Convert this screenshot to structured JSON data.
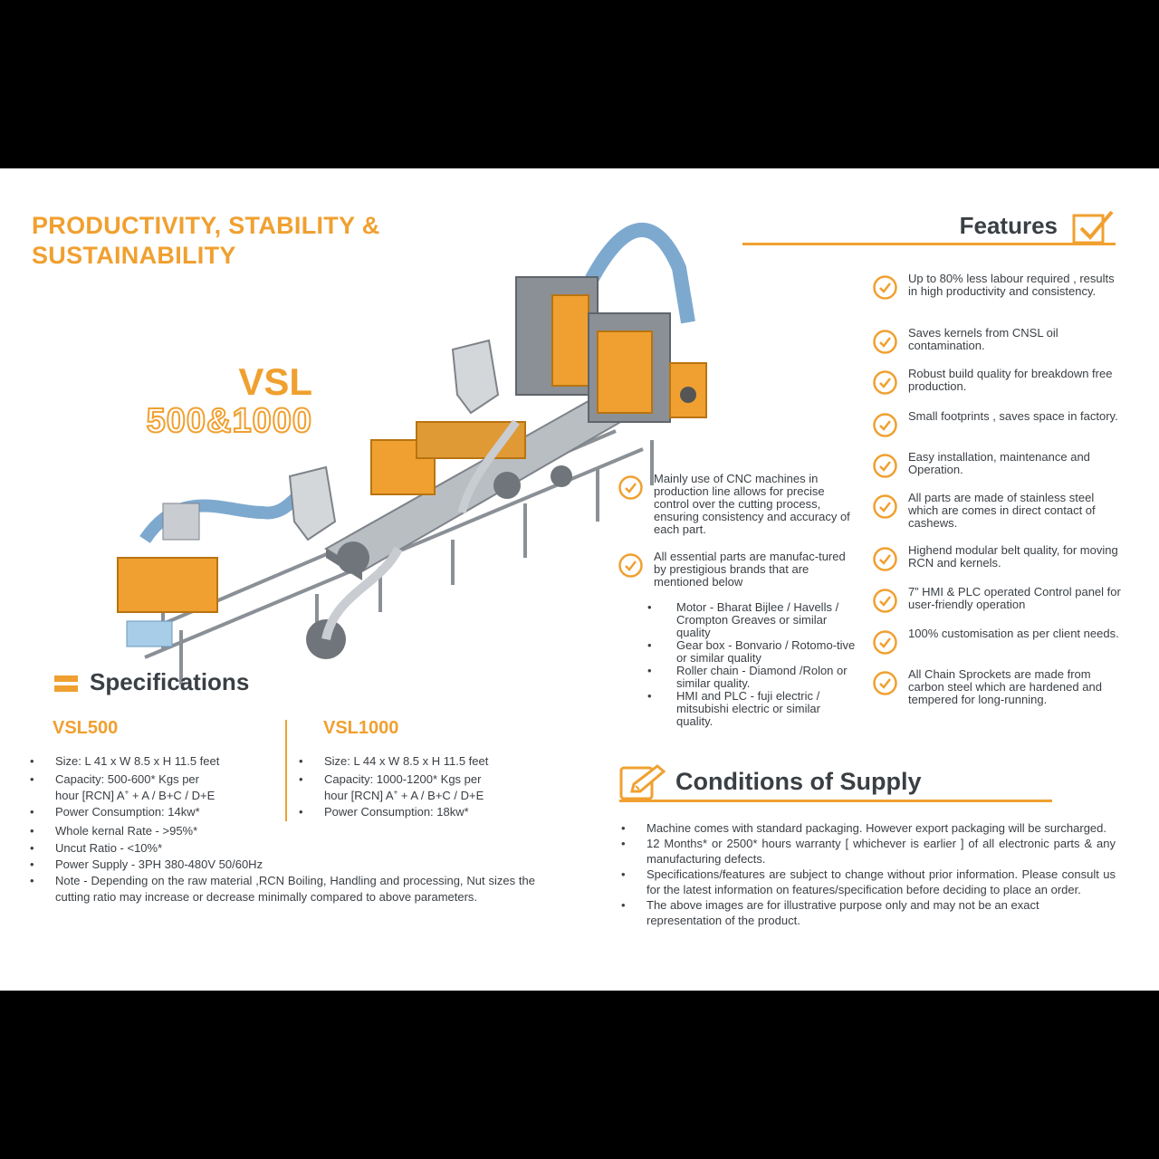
{
  "headline": {
    "line1": "PRODUCTIVITY, STABILITY &",
    "line2": "SUSTAINABILITY"
  },
  "model": {
    "name": "VSL",
    "variants": "500&1000"
  },
  "features": {
    "title": "Features",
    "items": [
      "Up to 80% less labour required , results in high productivity and consistency.",
      "Saves kernels from CNSL oil contamination.",
      "Robust build quality for breakdown free production.",
      "Small footprints , saves space in factory.",
      "Easy installation, maintenance and Operation.",
      "All parts are made of stainless steel which are comes in direct contact of cashews.",
      "Highend modular belt quality, for moving RCN and kernels.",
      "7” HMI & PLC operated Control panel for user-friendly operation",
      "100% customisation as per client needs.",
      "All Chain Sprockets are made from carbon steel which are hardened and tempered for long-running."
    ],
    "mid_items": [
      "Mainly use of CNC machines in production line allows for precise control over the cutting process, ensuring consistency and accuracy of each part.",
      "All essential parts are manufac-tured by prestigious brands that are mentioned below"
    ],
    "brands": [
      "Motor - Bharat Bijlee / Havells / Crompton Greaves or similar quality",
      "Gear box - Bonvario / Rotomo-tive or similar quality",
      "Roller chain - Diamond /Rolon or similar quality.",
      "HMI and PLC - fuji electric / mitsubishi electric or similar quality."
    ]
  },
  "specifications": {
    "title": "Specifications",
    "vsl500": {
      "heading": "VSL500",
      "size": "Size: L 41 x W 8.5 x H 11.5 feet",
      "capacity_a": "Capacity:  500-600* Kgs per",
      "capacity_b_pre": "hour [RCN] A",
      "capacity_b_post": " + A / B+C / D+E",
      "power": "Power Consumption: 14kw*",
      "whole": "Whole kernal Rate - >95%*",
      "uncut": "Uncut Ratio - <10%*",
      "supply": "Power Supply - 3PH 380-480V 50/60Hz",
      "note": "Note - Depending on the raw material ,RCN Boiling,  Handling and processing, Nut sizes the cutting ratio may increase or decrease minimally compared to above parameters."
    },
    "vsl1000": {
      "heading": "VSL1000",
      "size": "Size: L 44 x W 8.5 x H 11.5 feet",
      "capacity_a": "Capacity:  1000-1200* Kgs per",
      "capacity_b_pre": "hour  [RCN] A",
      "capacity_b_post": " + A / B+C / D+E",
      "power": "Power Consumption: 18kw*"
    },
    "plus": "+"
  },
  "conditions": {
    "title": "Conditions of Supply",
    "items": [
      "Machine comes with standard packaging. However export packaging will be surcharged.",
      "12 Months* or 2500* hours warranty [ whichever is earlier ] of all electronic parts & any manufacturing defects.",
      "Specifications/features are subject to change without prior information. Please consult us for the latest information on features/specification before deciding to place an order.",
      "The above images are for illustrative purpose only and may not be an exact representation of the product."
    ]
  },
  "bullet": "•",
  "colors": {
    "accent": "#f0a030",
    "text": "#3a3f44",
    "steel": "#9aa0a6",
    "belt": "#8fb7d8"
  }
}
